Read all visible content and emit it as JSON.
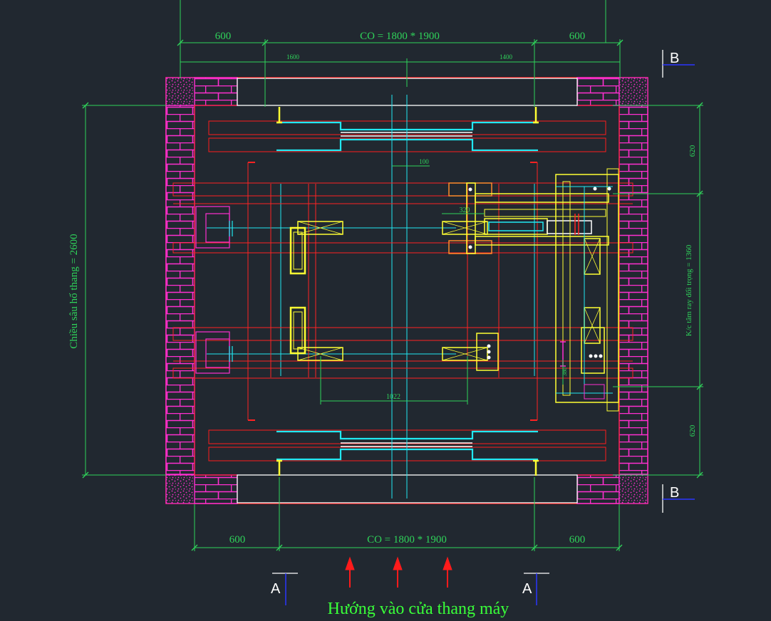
{
  "dimensions": {
    "top_left": "600",
    "top_center": "CO = 1800 * 1900",
    "top_right": "600",
    "sub_left": "1600",
    "sub_right": "1400",
    "inner_small": "100",
    "inner_320": "320",
    "inner_1022": "1022",
    "inner_side": "380",
    "right_top": "620",
    "right_middle": "K/c tâm ray đối trọng = 1360",
    "right_bottom": "620",
    "left_vertical": "Chiều sâu hố thang = 2600",
    "bottom_left": "600",
    "bottom_center": "CO = 1800 * 1900",
    "bottom_right": "600"
  },
  "section_marks": {
    "b_top": "B",
    "b_bottom": "B",
    "a_left": "A",
    "a_right": "A"
  },
  "caption": "Hướng vào cửa thang máy",
  "colors": {
    "background": "#212830",
    "brick": "#ff2fd0",
    "wall_outline": "#ff1b1b",
    "rail": "#ff2222",
    "car": "#21e8f2",
    "counterweight": "#ffff33",
    "dimension": "#2fd45a",
    "door": "#ffffff",
    "arrow": "#ff1b1b"
  }
}
